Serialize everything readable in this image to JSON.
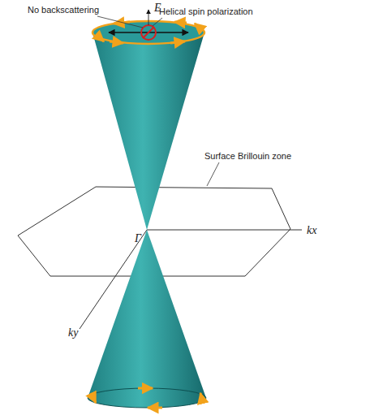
{
  "diagram": {
    "labels": [
      "No backscattering",
      "Helical spin polarization",
      "E",
      "Surface Brillouin zone",
      "Γ",
      "kx",
      "ky"
    ]
  }
}
